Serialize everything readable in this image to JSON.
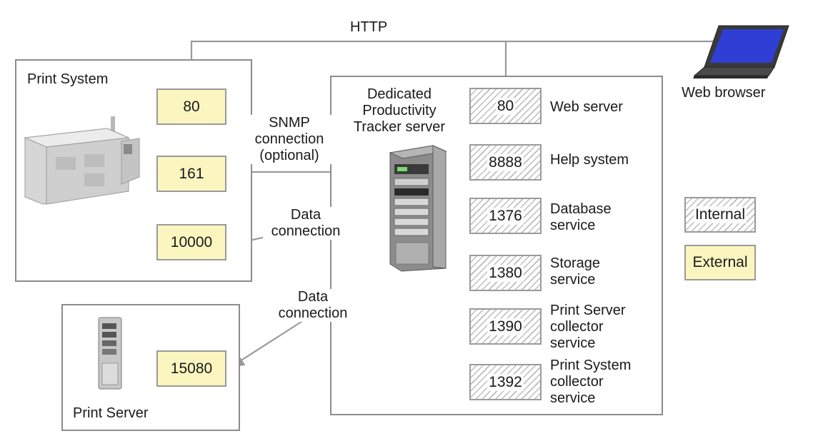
{
  "labels": {
    "http": "HTTP",
    "print_system": "Print System",
    "print_server": "Print Server",
    "web_browser": "Web browser",
    "dedicated_server": [
      "Dedicated",
      "Productivity",
      "Tracker server"
    ],
    "snmp": [
      "SNMP",
      "connection",
      "(optional)"
    ],
    "data_connection_1": [
      "Data",
      "connection"
    ],
    "data_connection_2": [
      "Data",
      "connection"
    ]
  },
  "external_ports": {
    "ps_80": "80",
    "ps_161": "161",
    "ps_10000": "10000",
    "psrv_15080": "15080"
  },
  "internal_ports": [
    {
      "port": "80",
      "service": [
        "Web server"
      ]
    },
    {
      "port": "8888",
      "service": [
        "Help system"
      ]
    },
    {
      "port": "1376",
      "service": [
        "Database",
        "service"
      ]
    },
    {
      "port": "1380",
      "service": [
        "Storage",
        "service"
      ]
    },
    {
      "port": "1390",
      "service": [
        "Print Server",
        "collector",
        "service"
      ]
    },
    {
      "port": "1392",
      "service": [
        "Print System",
        "collector",
        "service"
      ]
    }
  ],
  "legend": {
    "internal": "Internal",
    "external": "External"
  },
  "colors": {
    "external_fill": "#fbf6c0",
    "border": "#8c8c8c",
    "line": "#9a9a9a"
  }
}
